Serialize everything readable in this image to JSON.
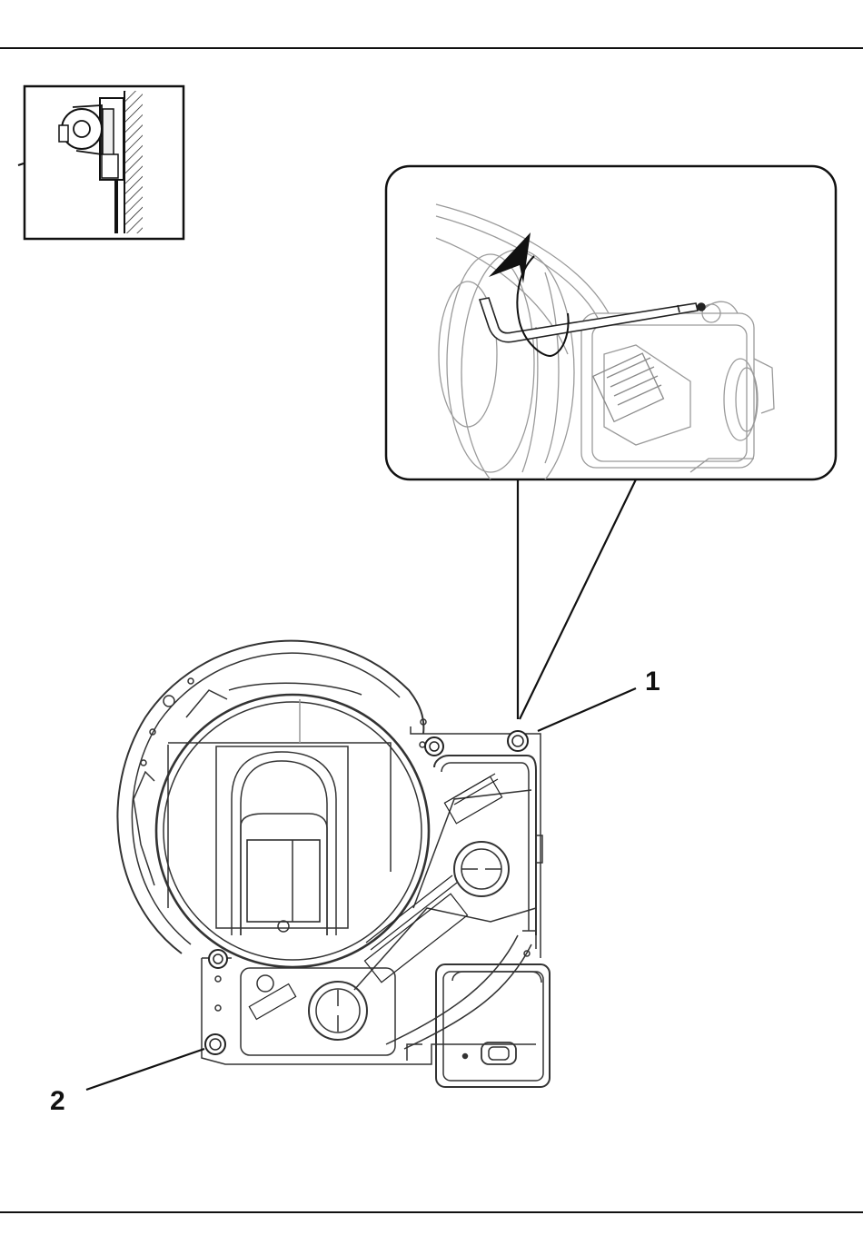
{
  "callouts": [
    {
      "label": "1",
      "meaning": "upper-right-screw"
    },
    {
      "label": "2",
      "meaning": "lower-left-screw"
    }
  ],
  "icons": [
    "wall-mount-thumbnail",
    "hex-key-detail",
    "rotation-arrow",
    "screw"
  ],
  "colors": {
    "line": "#111111",
    "light-line": "#9a9a9a",
    "background": "#ffffff"
  }
}
